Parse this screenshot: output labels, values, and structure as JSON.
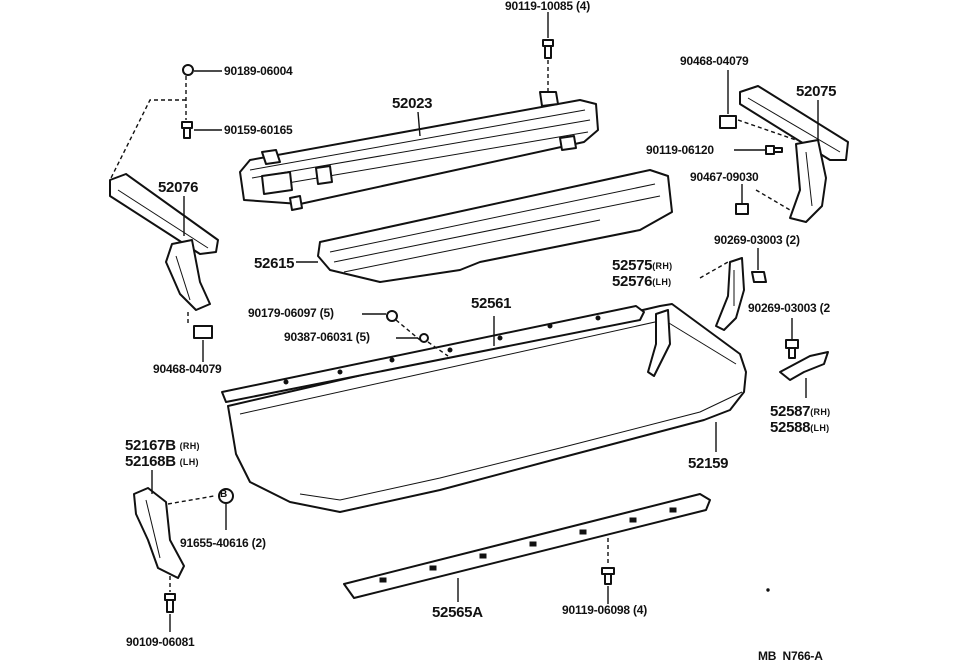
{
  "diagram": {
    "labels": {
      "p_90119_10085": "90119-10085 (4)",
      "p_90189_06004": "90189-06004",
      "p_90159_60165": "90159-60165",
      "p_52023": "52023",
      "p_52076": "52076",
      "p_90468_04079_top": "90468-04079",
      "p_52075": "52075",
      "p_90119_06120": "90119-06120",
      "p_90467_09030": "90467-09030",
      "p_90269_03003_a": "90269-03003 (2)",
      "p_52615": "52615",
      "p_52575": "52575",
      "p_52575_side": "(RH)",
      "p_52576": "52576",
      "p_52576_side": "(LH)",
      "p_90269_03003_b": "90269-03003 (2",
      "p_90179_06097": "90179-06097 (5)",
      "p_52561": "52561",
      "p_90387_06031": "90387-06031 (5)",
      "p_90468_04079_bottom": "90468-04079",
      "p_52587": "52587",
      "p_52587_side": "(RH)",
      "p_52588": "52588",
      "p_52588_side": "(LH)",
      "p_52167B": "52167B",
      "p_52167B_side": "(RH)",
      "p_52168B": "52168B",
      "p_52168B_side": "(LH)",
      "p_52159": "52159",
      "p_91655_40616": "91655-40616 (2)",
      "p_52565A": "52565A",
      "p_90119_06098": "90119-06098 (4)",
      "p_90109_06081": "90109-06081",
      "ref_code": "MB  N766-A",
      "clip_marker": "B"
    }
  }
}
